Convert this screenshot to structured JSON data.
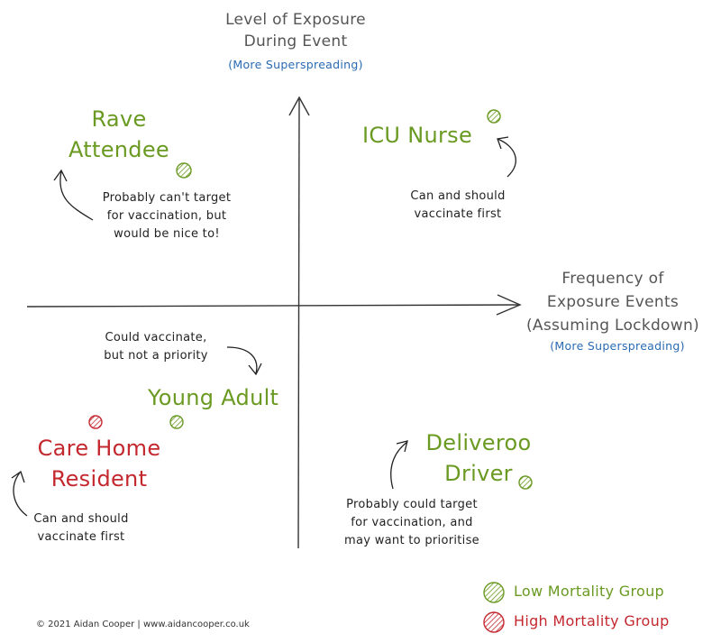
{
  "axes": {
    "y_title_1": "Level of Exposure",
    "y_title_2": "During Event",
    "y_sub": "(More Superspreading)",
    "x_title_1": "Frequency of",
    "x_title_2": "Exposure Events",
    "x_title_3": "(Assuming Lockdown)",
    "x_sub": "(More Superspreading)"
  },
  "groups": {
    "rave_1": "Rave",
    "rave_2": "Attendee",
    "icu": "ICU Nurse",
    "young": "Young Adult",
    "care_1": "Care Home",
    "care_2": "Resident",
    "deliveroo_1": "Deliveroo",
    "deliveroo_2": "Driver"
  },
  "notes": {
    "rave_1": "Probably can't target",
    "rave_2": "for vaccination, but",
    "rave_3": "would be nice to!",
    "icu_1": "Can and should",
    "icu_2": "vaccinate first",
    "young_1": "Could vaccinate,",
    "young_2": "but not a priority",
    "care_1": "Can and should",
    "care_2": "vaccinate first",
    "deliveroo_1": "Probably could target",
    "deliveroo_2": "for vaccination, and",
    "deliveroo_3": "may want to prioritise"
  },
  "legend": {
    "low": "Low Mortality Group",
    "high": "High Mortality Group"
  },
  "colors": {
    "low": "#6a9a22",
    "high": "#c4282f",
    "axis": "#333333",
    "accent": "#2a6ab3"
  },
  "footer": {
    "copyright": "© 2021 Aidan Cooper | www.aidancooper.co.uk"
  }
}
